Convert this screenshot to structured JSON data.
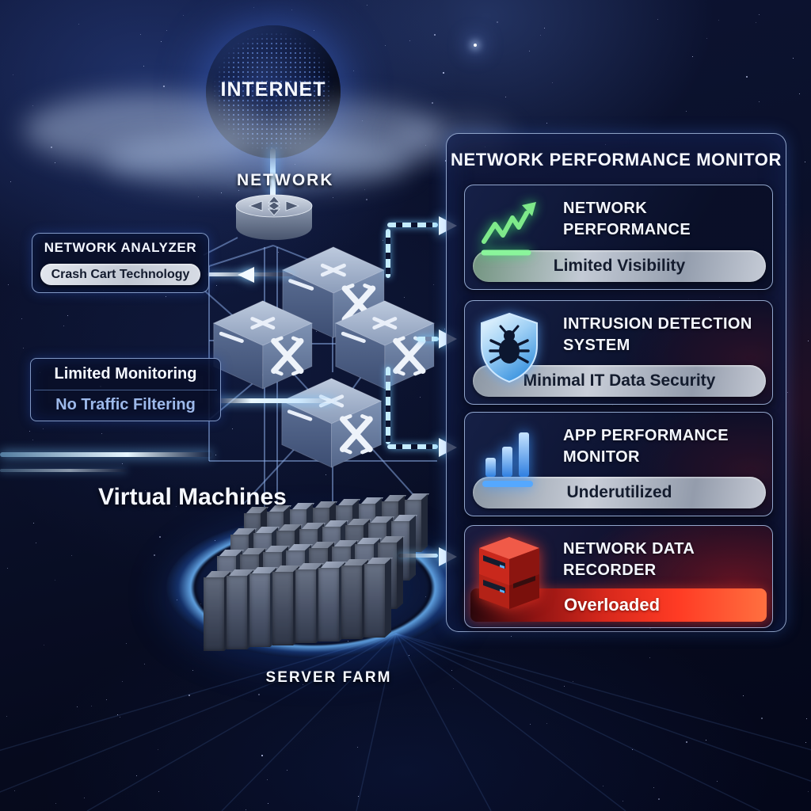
{
  "scene": {
    "internet_label": "INTERNET",
    "network_label": "NETWORK",
    "virtual_machines_label": "Virtual Machines",
    "server_farm_label": "SERVER FARM"
  },
  "analyzer_box": {
    "title": "NETWORK ANALYZER",
    "tag": "Crash Cart Technology"
  },
  "monitoring_box": {
    "line1": "Limited Monitoring",
    "line2": "No Traffic Filtering"
  },
  "monitor_panel": {
    "title": "NETWORK PERFORMANCE MONITOR",
    "cards": [
      {
        "icon": "line-chart-icon",
        "title": "NETWORK PERFORMANCE",
        "status": "Limited Visibility"
      },
      {
        "icon": "shield-bug-icon",
        "title": "INTRUSION DETECTION SYSTEM",
        "status": "Minimal IT Data Security"
      },
      {
        "icon": "bar-chart-icon",
        "title": "APP PERFORMANCE MONITOR",
        "status": "Underutilized"
      },
      {
        "icon": "server-stack-icon",
        "title": "NETWORK DATA RECORDER",
        "status": "Overloaded"
      }
    ]
  },
  "server_farm": {
    "rows": 4,
    "columns": 8
  },
  "colors": {
    "accent_cyan": "#BFE9FF",
    "chart_green": "#7DE98C",
    "chart_blue": "#4FA3FF",
    "alert_red": "#E03224",
    "status_silver": "#CDD3DC",
    "panel_border": "#AEC3E6"
  }
}
